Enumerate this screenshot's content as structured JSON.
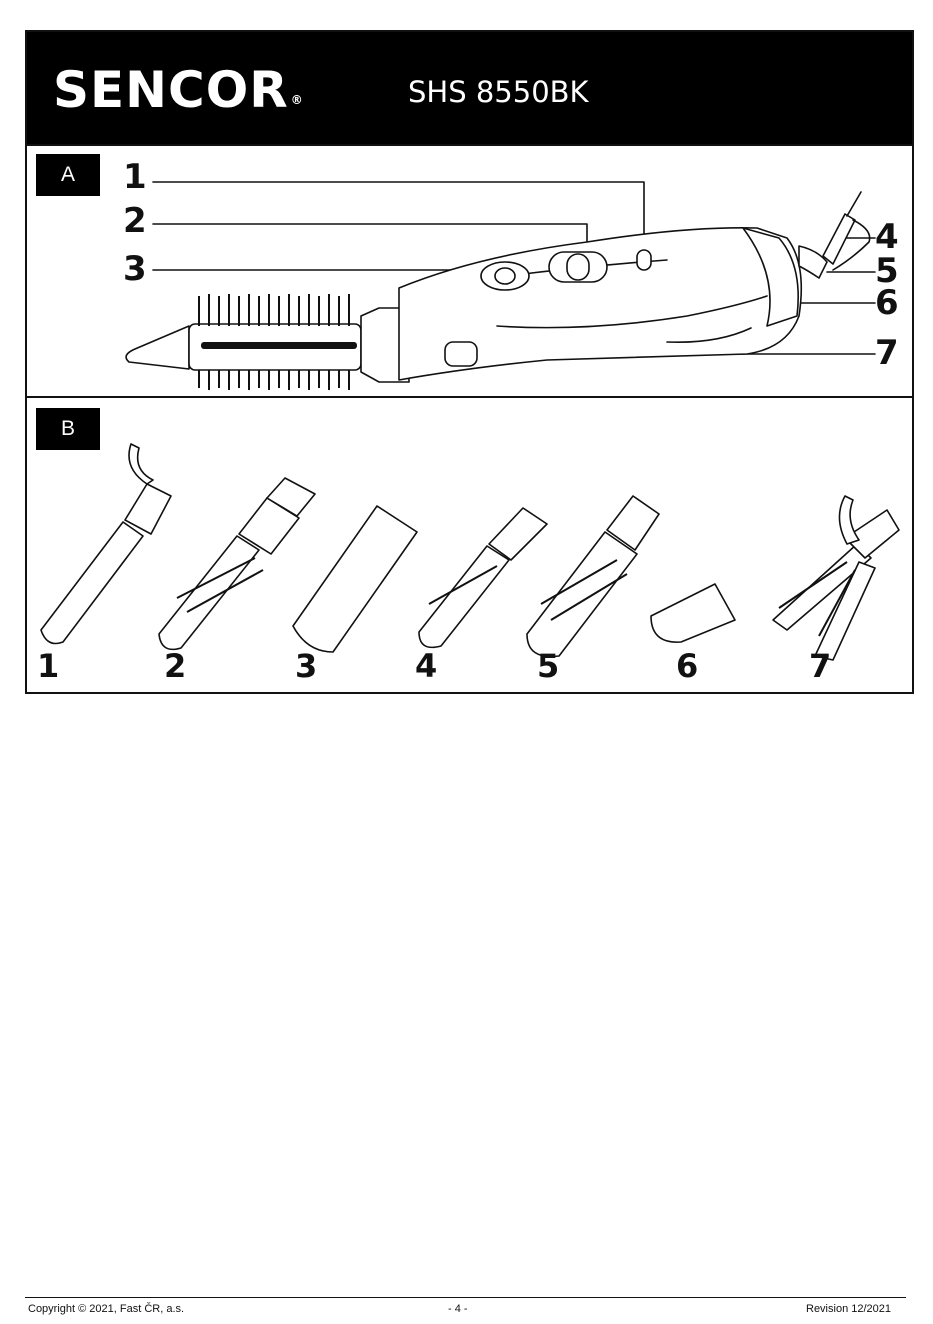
{
  "header": {
    "brand": "SENCOR",
    "brand_mark": "®",
    "model": "SHS 8550BK"
  },
  "section_a": {
    "tag": "A",
    "callouts": [
      "1",
      "2",
      "3",
      "4",
      "5",
      "6",
      "7"
    ]
  },
  "section_b": {
    "tag": "B",
    "accessories": [
      "1",
      "2",
      "3",
      "4",
      "5",
      "6",
      "7"
    ]
  },
  "footer": {
    "copyright": "Copyright © 2021, Fast ČR, a.s.",
    "page": "- 4 -",
    "revision": "Revision 12/2021"
  },
  "colors": {
    "ink": "#111111",
    "header_bg": "#000000",
    "header_text": "#ffffff"
  }
}
